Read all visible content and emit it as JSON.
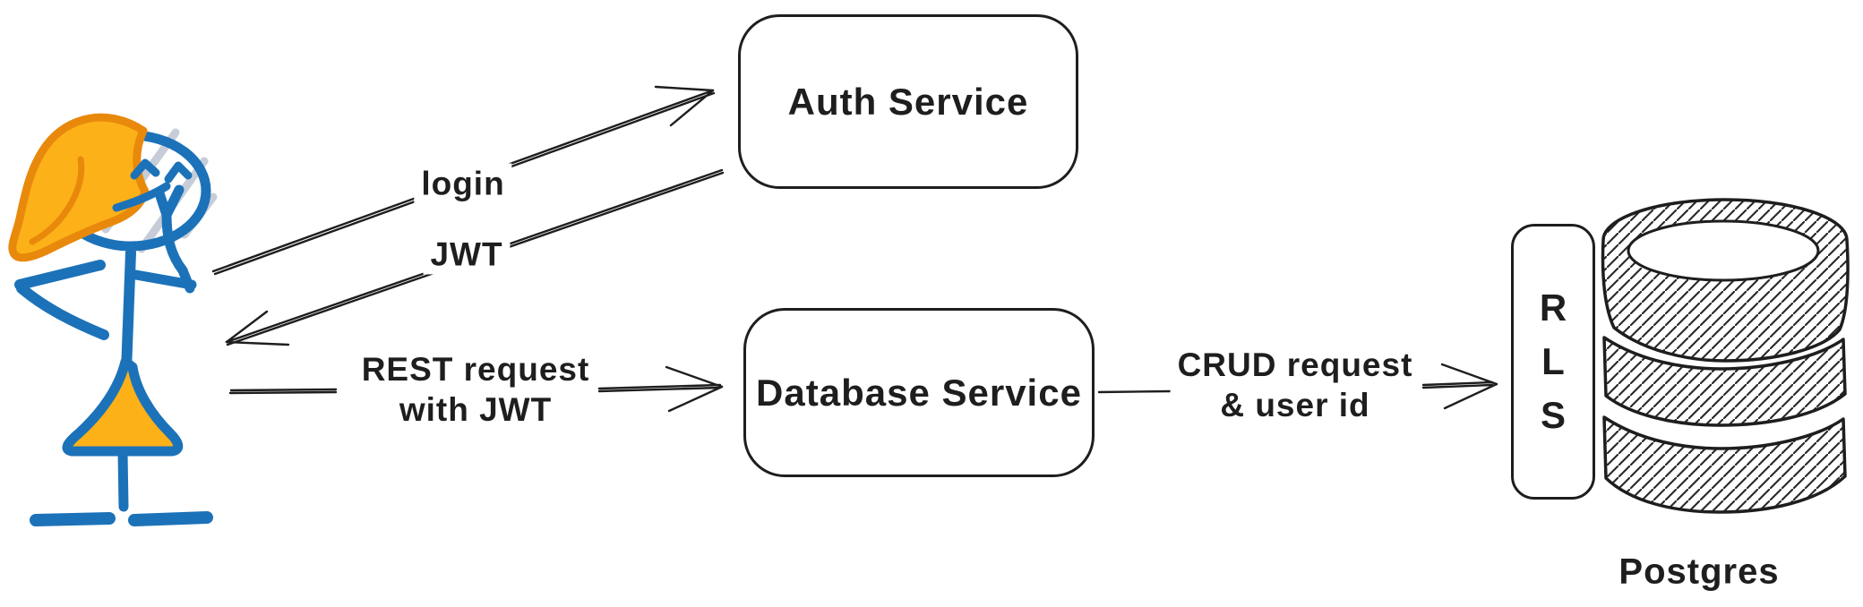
{
  "diagram_type": "hand-drawn architecture diagram",
  "labels": {
    "auth_service": "Auth Service",
    "database_service": "Database Service",
    "login": "login",
    "jwt": "JWT",
    "rest_line1": "REST request",
    "rest_line2": "with JWT",
    "crud_line1": "CRUD request",
    "crud_line2": "& user id",
    "rls_letters": [
      "R",
      "L",
      "S"
    ],
    "postgres": "Postgres"
  },
  "nodes": [
    {
      "id": "user",
      "kind": "stick-person-icon"
    },
    {
      "id": "auth_service",
      "kind": "rounded-box",
      "label": "Auth Service"
    },
    {
      "id": "database_service",
      "kind": "rounded-box",
      "label": "Database Service"
    },
    {
      "id": "rls",
      "kind": "rounded-box-vertical",
      "label": "RLS"
    },
    {
      "id": "postgres",
      "kind": "database-cylinder-icon",
      "label": "Postgres"
    }
  ],
  "edges": [
    {
      "from": "user",
      "to": "auth_service",
      "label": "login",
      "direction": "right-up"
    },
    {
      "from": "auth_service",
      "to": "user",
      "label": "JWT",
      "direction": "left-down"
    },
    {
      "from": "user",
      "to": "database_service",
      "label": "REST request with JWT",
      "direction": "right"
    },
    {
      "from": "database_service",
      "to": "rls",
      "label": "CRUD request & user id",
      "direction": "right"
    }
  ],
  "icons": {
    "user": "stick-person-icon",
    "postgres": "database-cylinder-icon"
  },
  "colors": {
    "ink": "#1e1e1e",
    "figure_blue": "#1c72b8",
    "figure_orange_fill": "#fdb118",
    "hair_outline": "#e8890c",
    "hair_streak_gray": "#c7cdd8",
    "background": "#ffffff"
  }
}
